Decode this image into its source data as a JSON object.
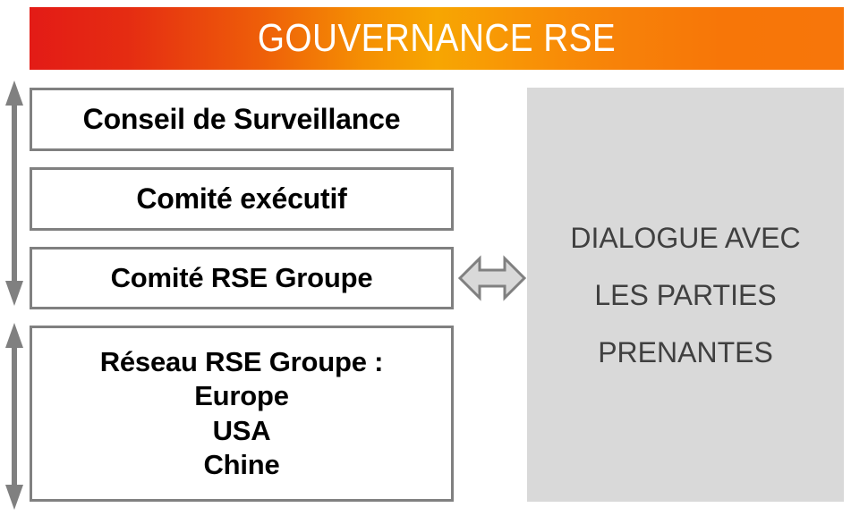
{
  "header": {
    "title": "GOUVERNANCE RSE",
    "gradient_start": "#E31B16",
    "gradient_mid": "#F7A602",
    "gradient_end": "#F7760A"
  },
  "governance": {
    "boxes": [
      {
        "name": "conseil-de-surveillance",
        "label": "Conseil de Surveillance"
      },
      {
        "name": "comite-executif",
        "label": "Comité exécutif"
      },
      {
        "name": "comite-rse-groupe",
        "label": "Comité RSE Groupe"
      },
      {
        "name": "reseau-rse-groupe",
        "label": "Réseau RSE Groupe :\nEurope\nUSA\nChine"
      }
    ],
    "box_border_color": "#808080",
    "box_text_color": "#000000"
  },
  "dialogue": {
    "lines": [
      "DIALOGUE AVEC",
      "LES PARTIES",
      "PRENANTES"
    ],
    "panel_color": "#D9D9D9",
    "text_color": "#404040"
  },
  "arrows": {
    "vertical_top": "vertical-double-arrow-icon",
    "vertical_bottom": "vertical-double-arrow-icon",
    "horizontal": "horizontal-double-arrow-icon",
    "line_color": "#808080",
    "fill_color": "#D9D9D9"
  }
}
